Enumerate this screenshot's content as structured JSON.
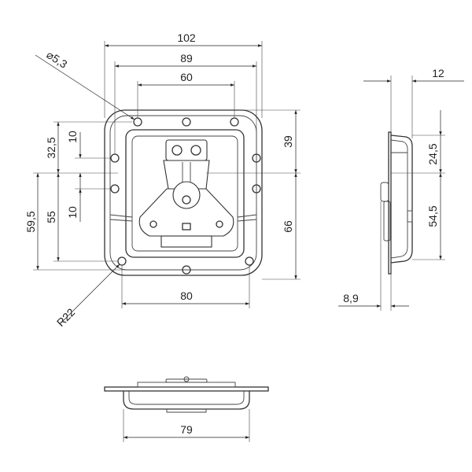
{
  "front_view": {
    "dim_overall_width": "102",
    "dim_outer_hole_spacing": "89",
    "dim_top_hole_spacing": "60",
    "dim_hole_diameter": "⌀5,3",
    "dim_top_section": "32,5",
    "dim_side_hole_gap_top": "10",
    "dim_side_hole_gap_bottom": "10",
    "dim_left_lower": "55",
    "dim_left_total": "59,5",
    "dim_right_upper": "39",
    "dim_right_lower": "66",
    "dim_bottom_hole_spacing": "80",
    "dim_corner_radius": "R22"
  },
  "side_view": {
    "dim_depth": "12",
    "dim_upper": "24,5",
    "dim_lower": "54,5",
    "dim_flange": "8,9"
  },
  "bottom_view": {
    "dim_width": "79"
  }
}
